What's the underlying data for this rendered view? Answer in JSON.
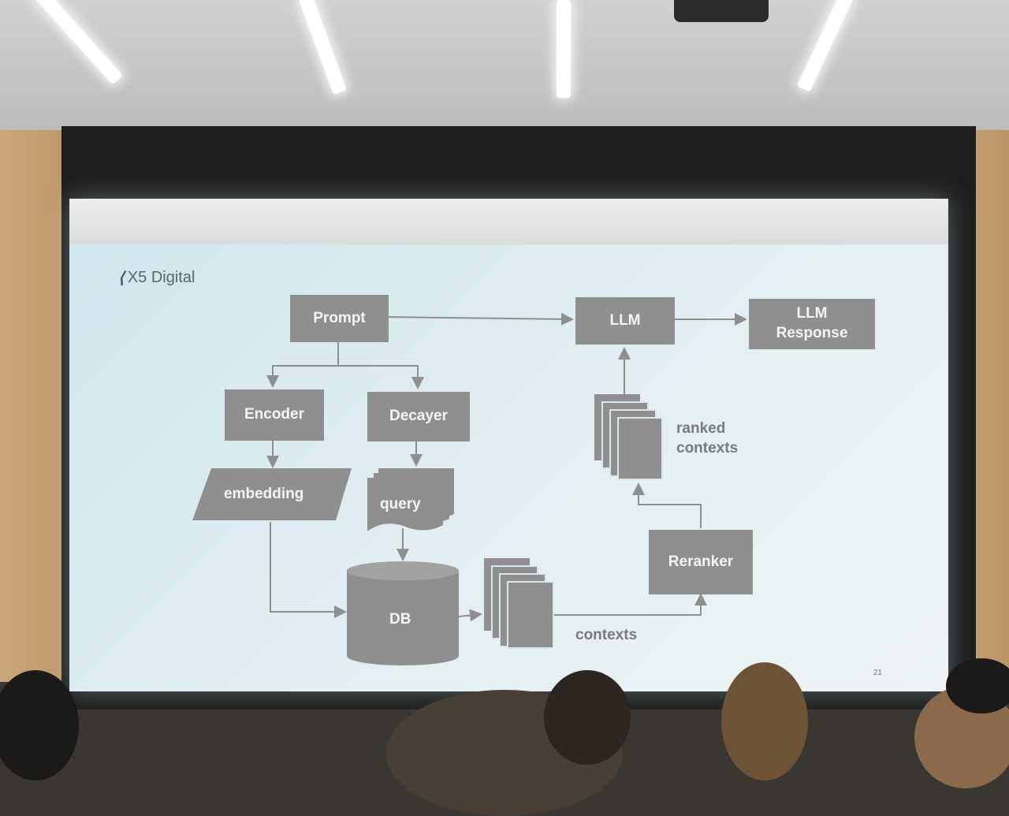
{
  "slide": {
    "logo_text": "X5 Digital",
    "page_number": "21"
  },
  "diagram": {
    "prompt": "Prompt",
    "llm": "LLM",
    "llm_response_line1": "LLM",
    "llm_response_line2": "Response",
    "encoder": "Encoder",
    "decayer": "Decayer",
    "embedding": "embedding",
    "query": "query",
    "db": "DB",
    "contexts": "contexts",
    "reranker": "Reranker",
    "ranked_line1": "ranked",
    "ranked_line2": "contexts"
  },
  "colors": {
    "box": "#8f8f8f",
    "slide_bg": "#d9e8ec",
    "arrow": "#8f8f8f"
  }
}
